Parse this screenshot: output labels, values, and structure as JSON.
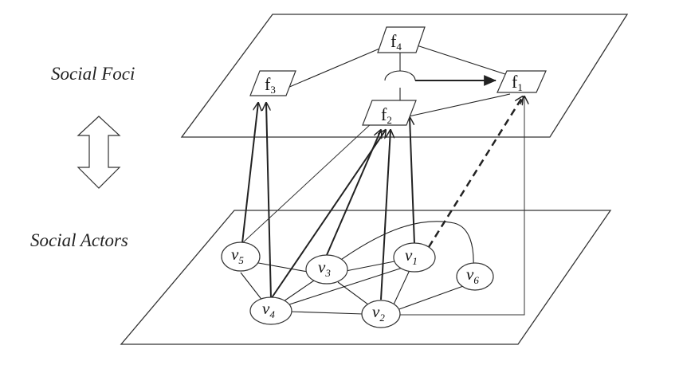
{
  "labels": {
    "foci": "Social Foci",
    "actors": "Social Actors"
  },
  "foci": [
    {
      "letter": "f",
      "sub": "4"
    },
    {
      "letter": "f",
      "sub": "3"
    },
    {
      "letter": "f",
      "sub": "2"
    },
    {
      "letter": "f",
      "sub": "1"
    }
  ],
  "actors": [
    {
      "letter": "v",
      "sub": "5"
    },
    {
      "letter": "v",
      "sub": "3"
    },
    {
      "letter": "v",
      "sub": "1"
    },
    {
      "letter": "v",
      "sub": "6"
    },
    {
      "letter": "v",
      "sub": "4"
    },
    {
      "letter": "v",
      "sub": "2"
    }
  ]
}
